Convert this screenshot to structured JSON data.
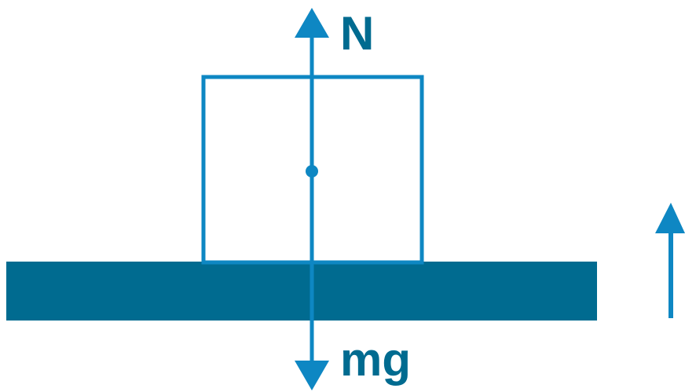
{
  "diagram": {
    "labels": {
      "normal_force": "N",
      "weight_force": "mg"
    },
    "colors": {
      "arrow": "#0e87c3",
      "surface": "#006b90",
      "label": "#006b90",
      "block_outline": "#0e87c3",
      "background": "#ffffff"
    },
    "icons": {
      "arrow_head": "triangle-arrowhead",
      "center_of_mass": "filled-dot"
    }
  }
}
